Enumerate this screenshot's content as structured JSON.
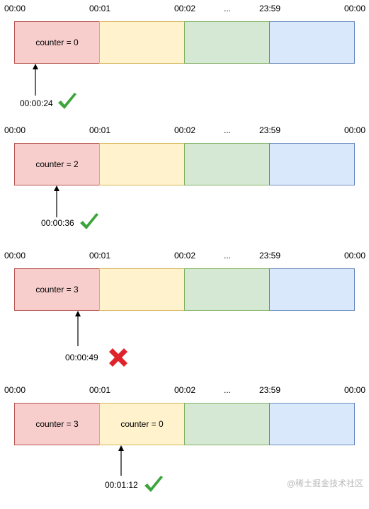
{
  "ticks": [
    "00:00",
    "00:01",
    "00:02",
    "...",
    "23:59",
    "00:00"
  ],
  "colors": {
    "seg1": "#f8cecc",
    "seg1_border": "#b85450",
    "seg2": "#fff2cc",
    "seg2_border": "#d6b656",
    "seg3": "#d5e8d4",
    "seg3_border": "#82b366",
    "seg4": "#dae8fc",
    "seg4_border": "#6c8ebf",
    "check": "#3aa53a",
    "cross": "#e0232a"
  },
  "panels": [
    {
      "seg1_text": "counter = 0",
      "seg2_text": "",
      "time": "00:00:24",
      "result": "check-icon"
    },
    {
      "seg1_text": "counter = 2",
      "seg2_text": "",
      "time": "00:00:36",
      "result": "check-icon"
    },
    {
      "seg1_text": "counter = 3",
      "seg2_text": "",
      "time": "00:00:49",
      "result": "cross-icon"
    },
    {
      "seg1_text": "counter = 3",
      "seg2_text": "counter = 0",
      "time": "00:01:12",
      "result": "check-icon"
    }
  ],
  "watermark": "@稀土掘金技术社区"
}
